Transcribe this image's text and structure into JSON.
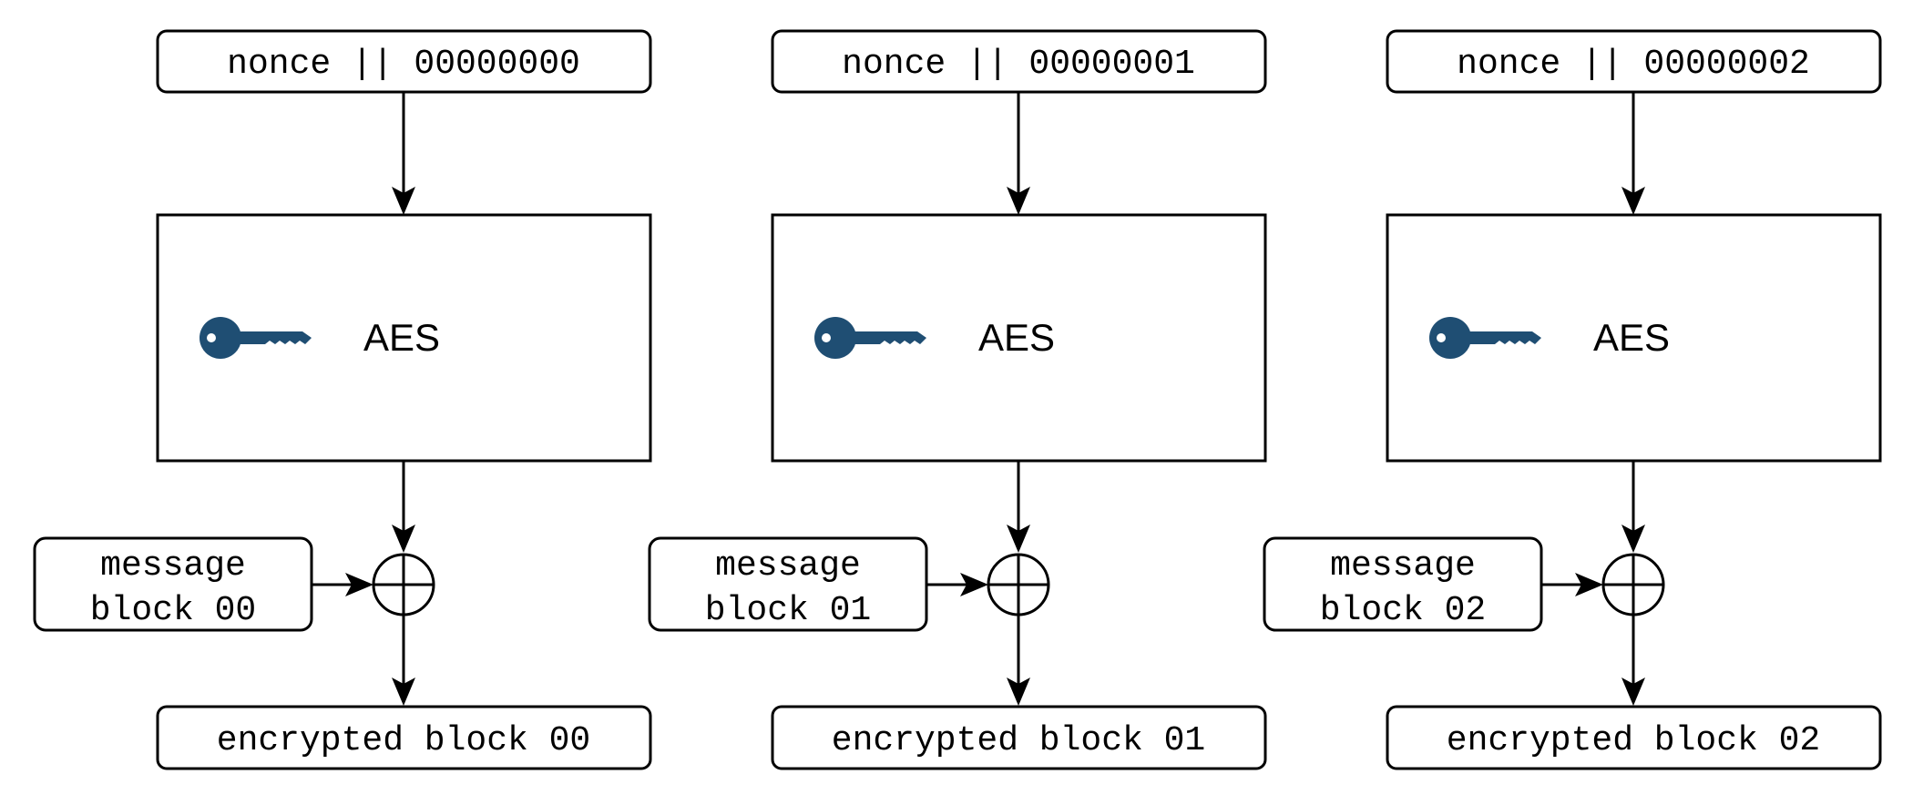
{
  "colors": {
    "key": "#1f4e73",
    "stroke": "#000000",
    "background": "#ffffff"
  },
  "icons": {
    "key": "key-icon",
    "xor": "xor-icon"
  },
  "stages": [
    {
      "counter_input": "nonce || 00000000",
      "cipher_label": "AES",
      "message_lines": [
        "message",
        "block 00"
      ],
      "output": "encrypted block 00"
    },
    {
      "counter_input": "nonce || 00000001",
      "cipher_label": "AES",
      "message_lines": [
        "message",
        "block 01"
      ],
      "output": "encrypted block 01"
    },
    {
      "counter_input": "nonce || 00000002",
      "cipher_label": "AES",
      "message_lines": [
        "message",
        "block 02"
      ],
      "output": "encrypted block 02"
    }
  ]
}
